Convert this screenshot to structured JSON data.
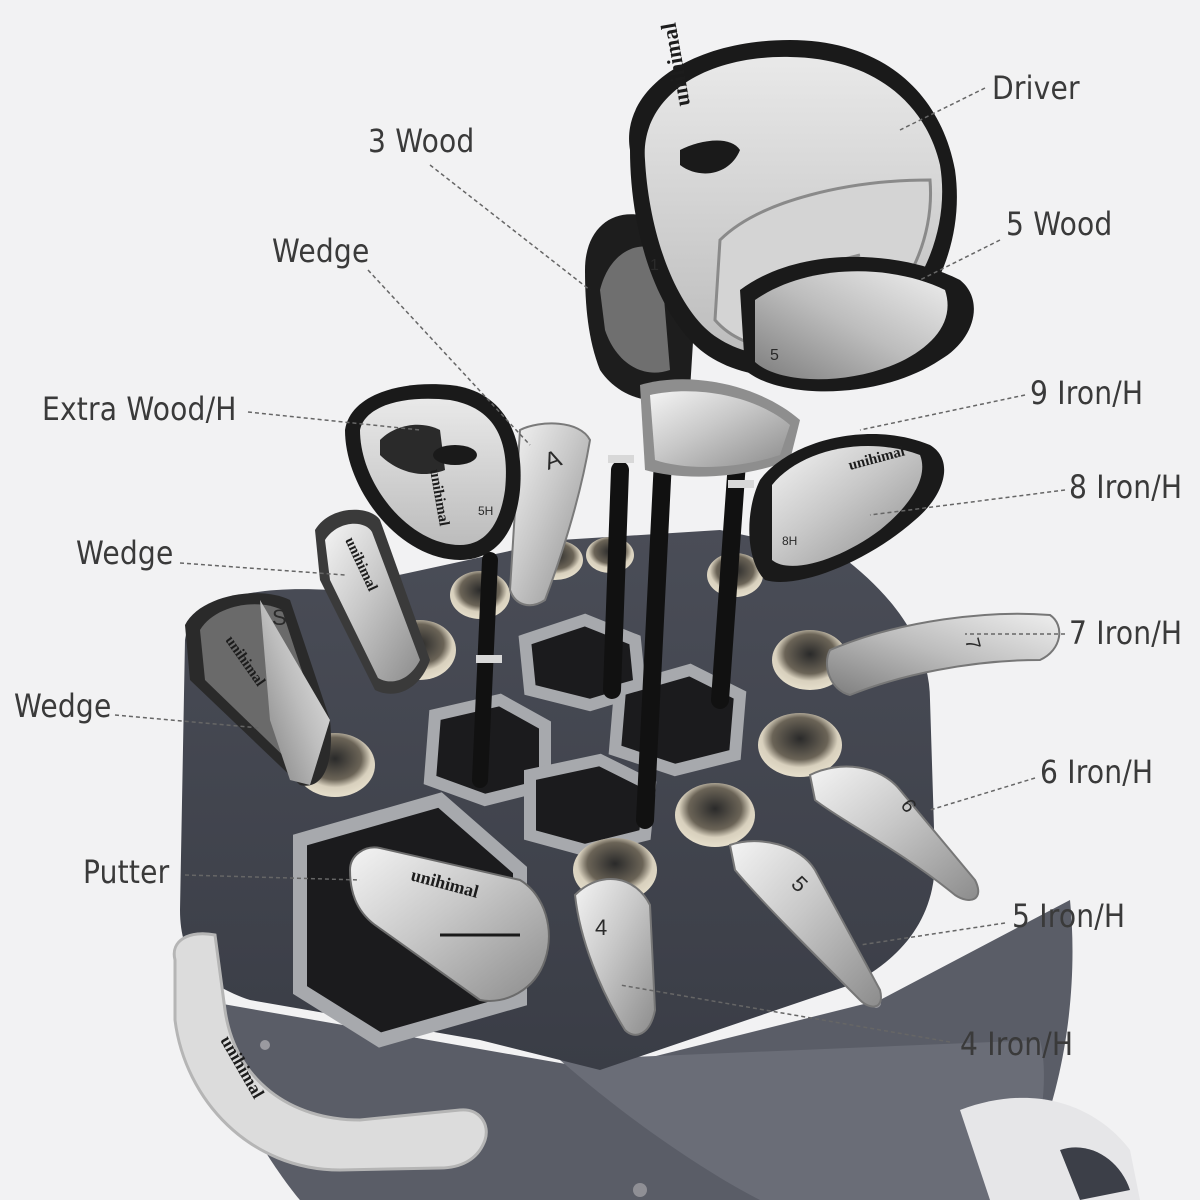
{
  "brand": "unihimal",
  "labels": {
    "driver": "Driver",
    "wood3": "3 Wood",
    "wood5": "5 Wood",
    "wedge_top": "Wedge",
    "extra_wood": "Extra Wood/H",
    "iron9": "9 Iron/H",
    "iron8": "8 Iron/H",
    "wedge_mid": "Wedge",
    "iron7": "7 Iron/H",
    "wedge_low": "Wedge",
    "iron6": "6 Iron/H",
    "putter": "Putter",
    "iron5": "5 Iron/H",
    "iron4": "4 Iron/H"
  },
  "head_marks": {
    "driver": "1",
    "wood5": "5",
    "hybrid": "5H",
    "wedge_a": "A",
    "wedge_s": "S",
    "iron7": "7",
    "iron6": "6",
    "iron5": "5",
    "iron4": "4",
    "iron8": "8H"
  },
  "colors": {
    "background": "#f2f2f3",
    "bag": "#3c3f48",
    "insert": "#dcd4c1",
    "chrome": "#c9c9c9",
    "label_text": "#3a3a3a",
    "leader_line": "#666666"
  }
}
